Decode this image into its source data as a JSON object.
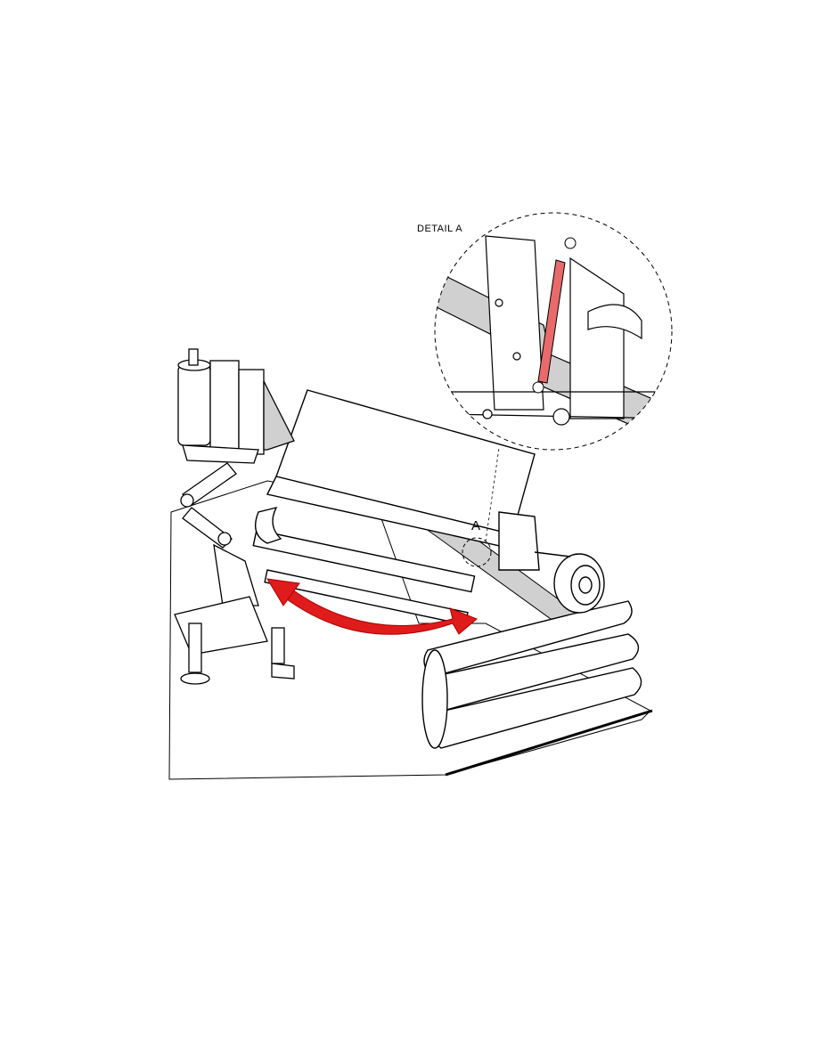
{
  "figure": {
    "detail_label": "DETAIL  A",
    "callout_label": "A"
  },
  "colors": {
    "arrow": "#e01b1b",
    "highlight": "#e86a6a",
    "strap": "#d0d0d0",
    "line": "#000000",
    "ground": "#ffffff"
  },
  "icons": {
    "motion_arrow": "curved-double-arrow-icon",
    "highlight_part": "highlighted-latch-plate"
  }
}
